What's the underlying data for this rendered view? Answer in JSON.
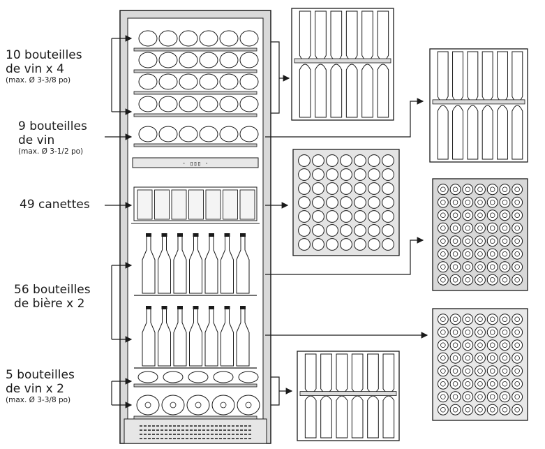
{
  "labels": {
    "wine_top": {
      "line1": "10 bouteilles",
      "line2": "de vin x 4",
      "note": "(max. Ø 3-3/8 po)"
    },
    "wine_mid": {
      "line1": "9 bouteilles",
      "line2": "de vin",
      "note": "(max. Ø 3-1/2 po)"
    },
    "cans": {
      "line1": "49 canettes"
    },
    "beer": {
      "line1": "56 bouteilles",
      "line2": "de bière x 2"
    },
    "wine_bottom": {
      "line1": "5 bouteilles",
      "line2": "de vin x 2",
      "note": "(max. Ø 3-3/8 po)"
    }
  },
  "colors": {
    "line": "#1a1a1a",
    "cabinet": "#d9d9d9",
    "shelf": "#c8c8c8",
    "rack_fill": "#dcdcdc"
  },
  "icons": [
    "arrow-right-icon",
    "bracket-icon",
    "wine-bottle-icon",
    "beer-bottle-icon",
    "can-icon"
  ]
}
